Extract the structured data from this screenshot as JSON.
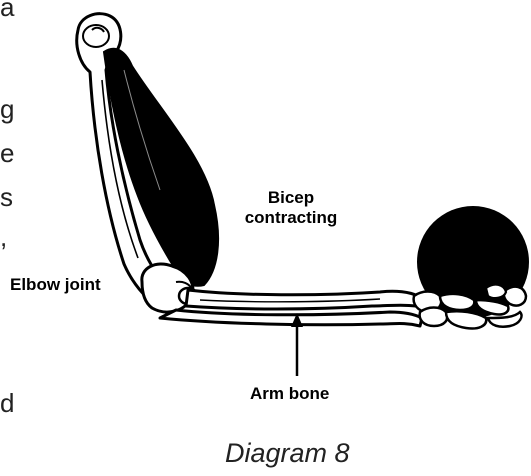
{
  "edge_text": [
    "a",
    "g",
    "e",
    "s",
    ",",
    "d"
  ],
  "labels": {
    "bicep_line1": "Bicep",
    "bicep_line2": "contracting",
    "elbow": "Elbow joint",
    "arm_bone": "Arm bone"
  },
  "caption": "Diagram 8",
  "colors": {
    "ink": "#000000",
    "bone": "#ffffff",
    "muscle": "#000000",
    "caption": "#222222"
  }
}
